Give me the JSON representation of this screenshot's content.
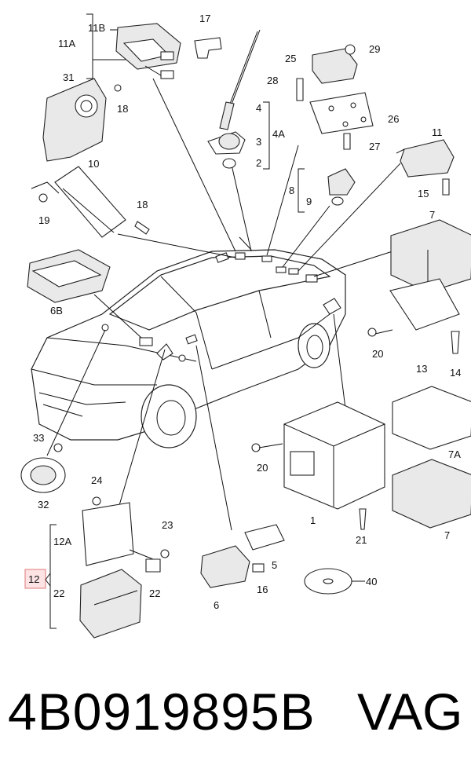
{
  "callouts": {
    "c1": "1",
    "c2": "2",
    "c3": "3",
    "c4": "4",
    "c4a": "4A",
    "c5": "5",
    "c6": "6",
    "c6b": "6B",
    "c7a": "7",
    "c7b": "7",
    "c7A": "7A",
    "c8": "8",
    "c9": "9",
    "c10": "10",
    "c11": "11",
    "c11a": "11A",
    "c11b": "11B",
    "c12": "12",
    "c12a": "12A",
    "c13": "13",
    "c14": "14",
    "c15": "15",
    "c16": "16",
    "c17": "17",
    "c18a": "18",
    "c18b": "18",
    "c19": "19",
    "c20a": "20",
    "c20b": "20",
    "c21": "21",
    "c22a": "22",
    "c22b": "22",
    "c23": "23",
    "c24": "24",
    "c25": "25",
    "c26": "26",
    "c27": "27",
    "c28": "28",
    "c29": "29",
    "c31": "31",
    "c32": "32",
    "c33": "33",
    "c40": "40"
  },
  "highlight": "12",
  "footer": {
    "part_number": "4B0919895B",
    "brand": "VAG"
  }
}
